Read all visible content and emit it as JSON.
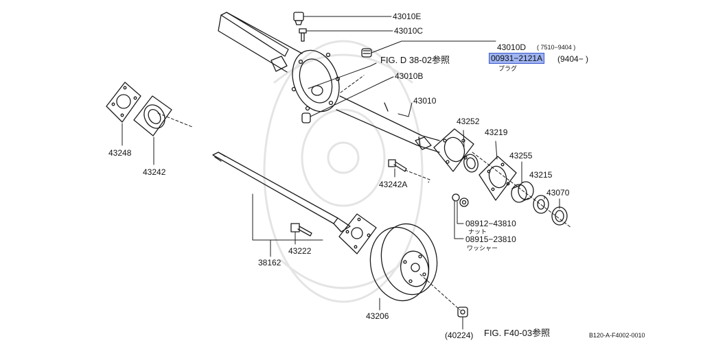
{
  "diagram": {
    "figure_code": "B120-A-F4002-0010",
    "highlight_color": "#9fb4f2",
    "callouts": {
      "p43010E": "43010E",
      "p43010C": "43010C",
      "p43010D": "43010D",
      "p43010D_range": "( 7510−9404 )",
      "p00931": "00931−2121A",
      "p00931_range": "(9404−     )",
      "p00931_note": "プラグ",
      "fig_d38": "FIG. D 38-02参照",
      "p43010B": "43010B",
      "p43010": "43010",
      "p43252": "43252",
      "p43219": "43219",
      "p43255": "43255",
      "p43215": "43215",
      "p43070": "43070",
      "p43248": "43248",
      "p43242": "43242",
      "p43242A": "43242A",
      "p08912": "08912−43810",
      "p08912_note": "ナット",
      "p08915": "08915−23810",
      "p08915_note": "ワッシャー",
      "p43222": "43222",
      "p38162": "38162",
      "p43206": "43206",
      "p40224": "(40224)",
      "fig_f40": "FIG. F40-03参照"
    }
  }
}
